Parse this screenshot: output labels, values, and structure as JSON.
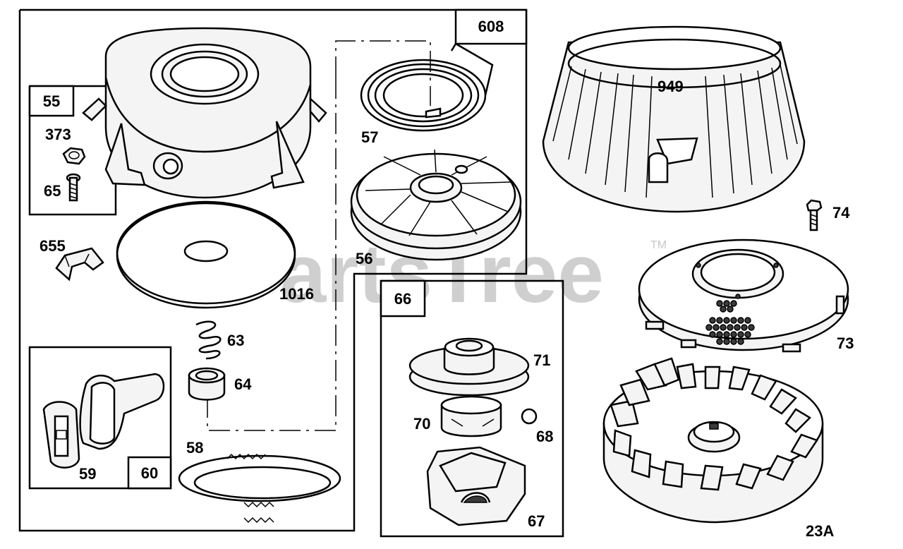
{
  "watermark": {
    "text": "PartsTree",
    "trademark": "TM"
  },
  "groups": {
    "g55": "55",
    "g608": "608",
    "g60": "60",
    "g66": "66"
  },
  "parts": {
    "p373": "373",
    "p65": "65",
    "p655": "655",
    "p1016": "1016",
    "p63": "63",
    "p64": "64",
    "p58": "58",
    "p59": "59",
    "p57": "57",
    "p56": "56",
    "p71": "71",
    "p70": "70",
    "p68": "68",
    "p67": "67",
    "p949": "949",
    "p74": "74",
    "p73": "73",
    "p23A": "23A"
  }
}
